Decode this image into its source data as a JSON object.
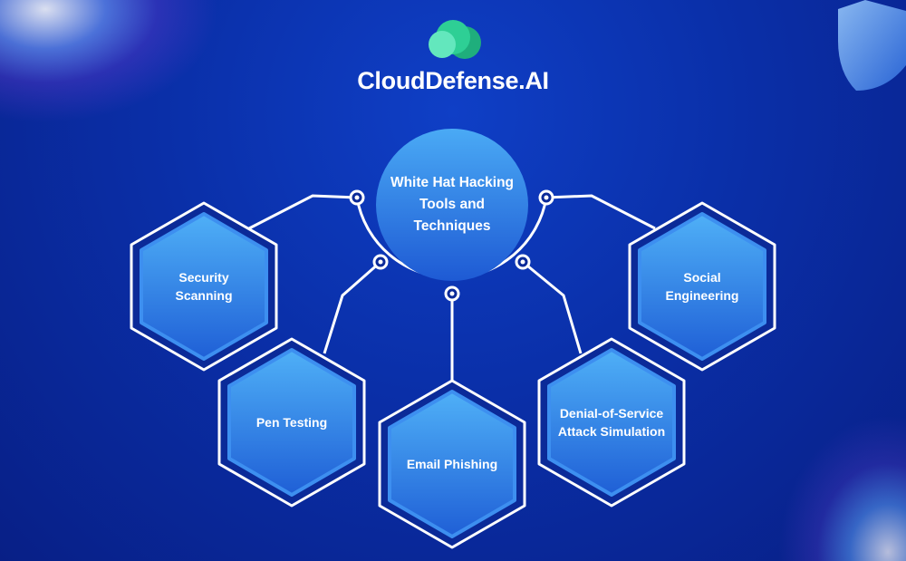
{
  "brand": {
    "name": "CloudDefense.AI",
    "logo_colors": [
      "#2ecf95",
      "#4fe2b0",
      "#1fae7c"
    ]
  },
  "center": {
    "title": "White Hat Hacking Tools and Techniques"
  },
  "nodes": [
    {
      "label": "Security Scanning"
    },
    {
      "label": "Pen Testing"
    },
    {
      "label": "Email Phishing"
    },
    {
      "label": "Denial-of-Service Attack Simulation"
    },
    {
      "label": "Social Engineering"
    }
  ],
  "colors": {
    "background": "#0a2fa8",
    "hex_fill_top": "#4aa8f5",
    "hex_fill_bottom": "#2060d8",
    "line": "#ffffff"
  }
}
